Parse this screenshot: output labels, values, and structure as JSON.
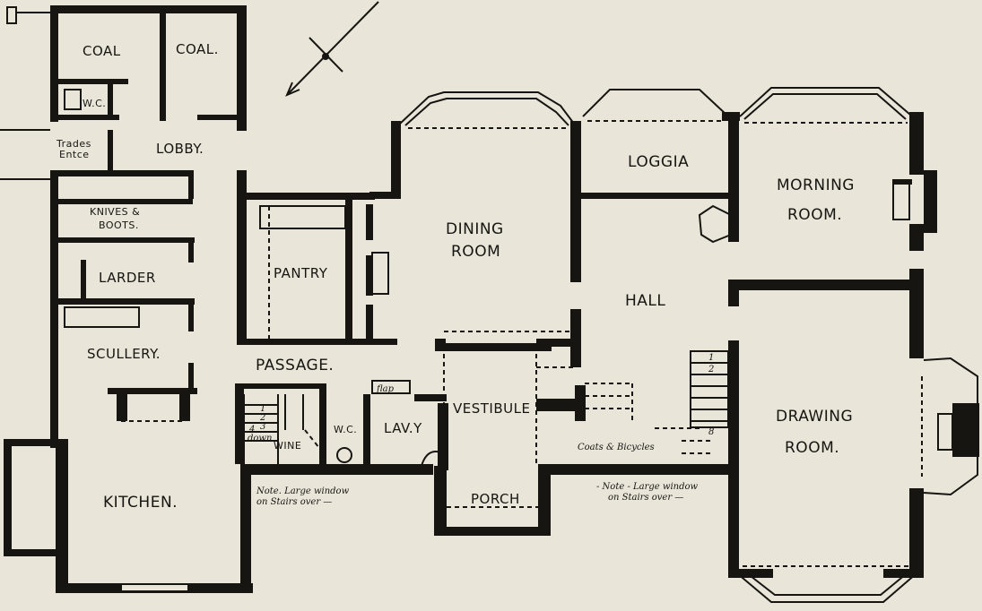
{
  "colors": {
    "paper": "#e9e5d9",
    "ink": "#161512"
  },
  "rooms": {
    "coal_1": "COAL",
    "coal_2": "COAL.",
    "wc_upper": "W.C.",
    "trades_entrance_1": "Trades",
    "trades_entrance_2": "Entce",
    "lobby": "LOBBY.",
    "knives_boots_1": "KNIVES &",
    "knives_boots_2": "BOOTS.",
    "larder": "LARDER",
    "scullery": "SCULLERY.",
    "kitchen": "KITCHEN.",
    "pantry": "PANTRY",
    "passage": "PASSAGE.",
    "dining_room_1": "DINING",
    "dining_room_2": "ROOM",
    "loggia": "LOGGIA",
    "morning_room_1": "MORNING",
    "morning_room_2": "ROOM.",
    "hall": "HALL",
    "vestibule": "VESTIBULE",
    "wc_lower": "W.C.",
    "lavatory": "LAV.Y",
    "wine": "WINE",
    "porch": "PORCH",
    "coats_bicycles": "Coats & Bicycles",
    "drawing_room_1": "DRAWING",
    "drawing_room_2": "ROOM."
  },
  "annotations": {
    "flap": "flap",
    "down": "down",
    "note_left_1": "Note. Large window",
    "note_left_2": "on Stairs over —",
    "note_right_1": "- Note - Large window",
    "note_right_2": "on Stairs over —"
  },
  "stair_numbers": {
    "left": [
      "1",
      "2",
      "3",
      "4"
    ],
    "right": [
      "1",
      "2",
      "8"
    ]
  }
}
